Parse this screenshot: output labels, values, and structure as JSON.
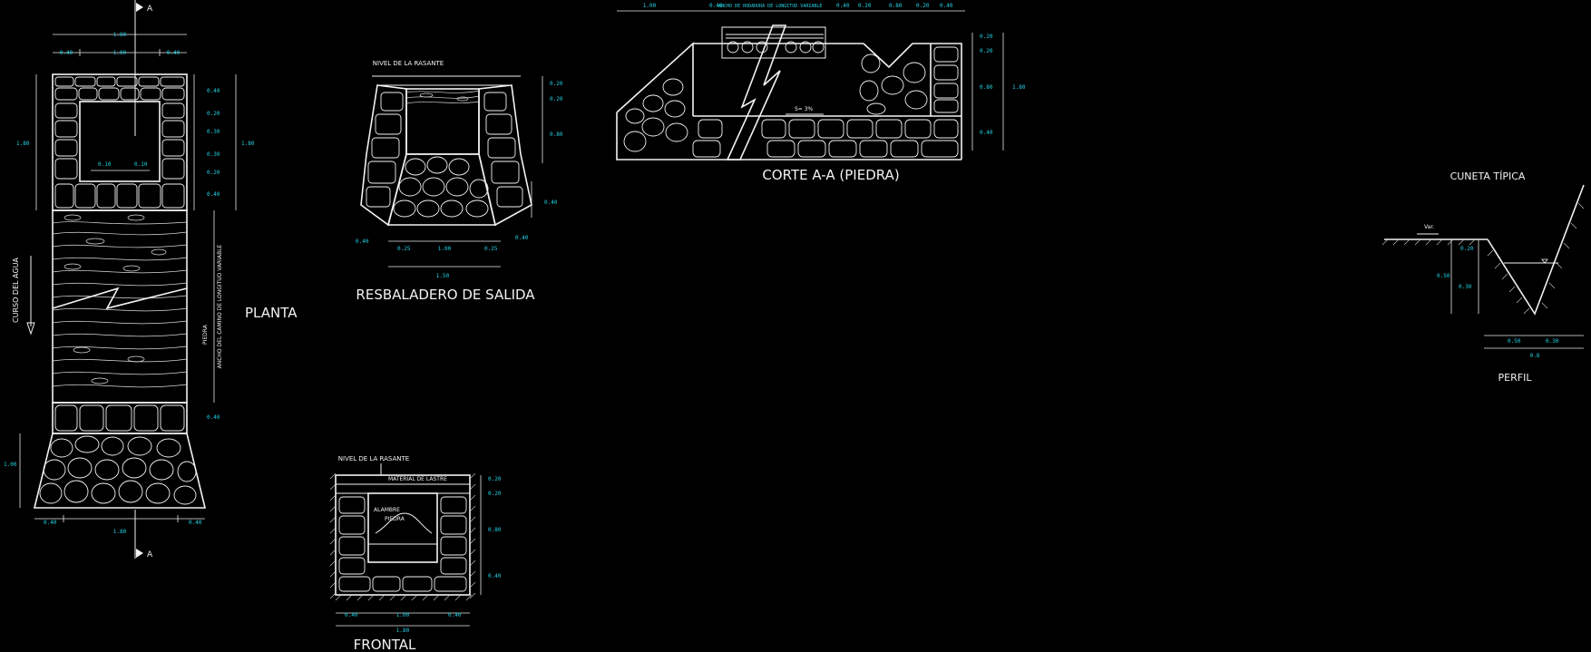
{
  "drawing": {
    "background": "#000000",
    "line_color": "#f2f2f2",
    "dimension_text_color": "#22d3e6"
  },
  "planta": {
    "title": "PLANTA",
    "section_marker_top": "A",
    "section_marker_bottom": "A",
    "curso_label": "CURSO DEL AGUA",
    "ancho_label": "ANCHO DEL CAMINO DE LONGITUD VARIABLE",
    "piedra_label": "PIEDRA",
    "dims_top": [
      "0.40",
      "1.00",
      "0.40"
    ],
    "dim_total_top": "1.80",
    "dims_right": [
      "0.40",
      "0.20",
      "0.30",
      "0.30",
      "0.20",
      "0.40"
    ],
    "dim_left": "1.80",
    "dim_right_total": "1.80",
    "dims_inner": [
      "0.10",
      "0.10"
    ],
    "dim_lower_right": "0.40",
    "dim_left_bottom": "1.00",
    "dims_bottom": [
      "0.40",
      "1.80",
      "0.40"
    ]
  },
  "resbaladero": {
    "title": "RESBALADERO DE SALIDA",
    "nivel_label": "NIVEL DE LA RASANTE",
    "dims_right": [
      "0.20",
      "0.20",
      "0.80"
    ],
    "dim_right_low": "0.40",
    "dims_bottom": [
      "0.25",
      "1.00",
      "0.25"
    ],
    "dim_total": "1.50",
    "dim_side_left": "0.40",
    "dim_side_right": "0.40"
  },
  "frontal": {
    "title": "FRONTAL",
    "nivel_label": "NIVEL DE LA RASANTE",
    "material_label": "MATERIAL DE LASTRE",
    "alambre_label": "ALAMBRE",
    "piedra_label": "PIEDRA",
    "dims_right": [
      "0.20",
      "0.20",
      "0.80",
      "0.40"
    ],
    "dims_bottom": [
      "0.40",
      "1.00",
      "0.40"
    ],
    "dim_total": "1.80"
  },
  "corte": {
    "title": "CORTE A-A (PIEDRA)",
    "dims_top": [
      "1.00",
      "0.40",
      "ANCHO DE RODADURA DE LONGITUD VARIABLE",
      "0.40",
      "0.20",
      "0.80",
      "0.20",
      "0.40"
    ],
    "dims_right": [
      "0.20",
      "0.20",
      "0.80",
      "0.40"
    ],
    "dim_right_total": "1.80",
    "slope_label": "S= 3%"
  },
  "cuneta": {
    "title": "CUNETA TÍPICA",
    "subtitle": "PERFIL",
    "dims_left": [
      "0.20",
      "0.30"
    ],
    "dim_left_total": "0.50",
    "dims_bottom": [
      "0.50",
      "0.30"
    ],
    "dim_bottom_total": "0.8",
    "marker": "Var."
  }
}
